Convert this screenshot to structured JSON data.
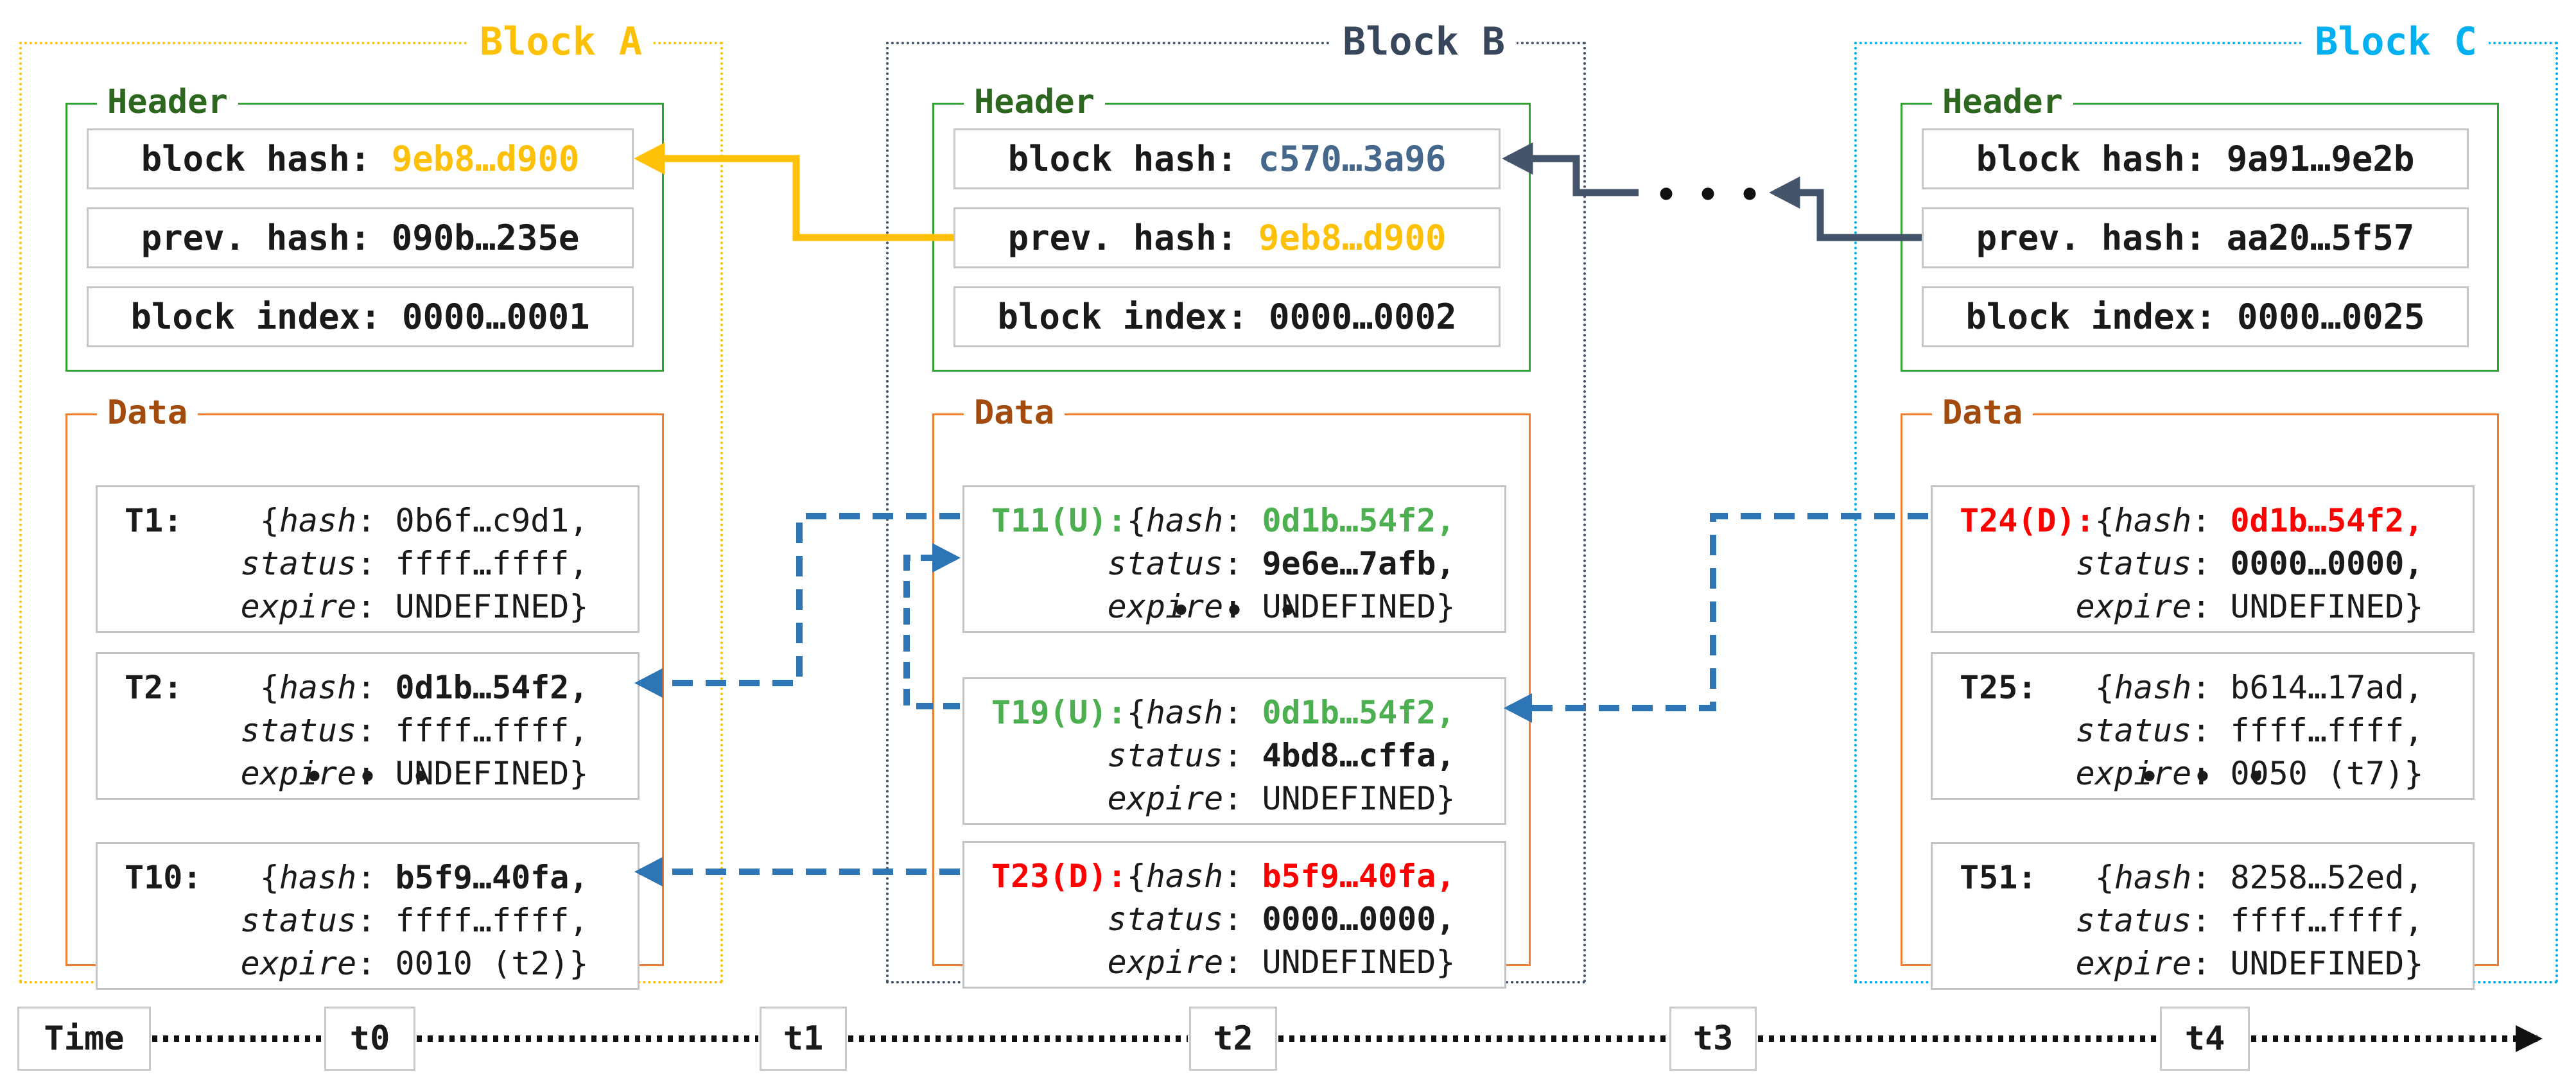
{
  "blocks": {
    "a": {
      "title": "Block A",
      "header_label": "Header",
      "rows": [
        {
          "label": "block hash: ",
          "value": "9eb8…d900"
        },
        {
          "label": "prev. hash: ",
          "value": "090b…235e"
        },
        {
          "label": "block index: ",
          "value": "0000…0001"
        }
      ],
      "data_label": "Data",
      "dots": "•  •  •",
      "tx": [
        {
          "label": "T1:",
          "hash": "0b6f…c9d1,",
          "status": "ffff…ffff,",
          "expire": "UNDEFINED}"
        },
        {
          "label": "T2:",
          "hash": "0d1b…54f2,",
          "status": "ffff…ffff,",
          "expire": "UNDEFINED}"
        },
        {
          "label": "T10:",
          "hash": "b5f9…40fa,",
          "status": "ffff…ffff,",
          "expire": "0010 (t2)}"
        }
      ]
    },
    "b": {
      "title": "Block B",
      "header_label": "Header",
      "rows": [
        {
          "label": "block hash: ",
          "value": "c570…3a96"
        },
        {
          "label": "prev. hash: ",
          "value": "9eb8…d900"
        },
        {
          "label": "block index: ",
          "value": "0000…0002"
        }
      ],
      "data_label": "Data",
      "dots": "•  •  •",
      "tx": [
        {
          "label": "T11(U):",
          "hash": "0d1b…54f2,",
          "status": "9e6e…7afb,",
          "expire": "UNDEFINED}"
        },
        {
          "label": "T19(U):",
          "hash": "0d1b…54f2,",
          "status": "4bd8…cffa,",
          "expire": "UNDEFINED}"
        },
        {
          "label": "T23(D):",
          "hash": "b5f9…40fa,",
          "status": "0000…0000,",
          "expire": "UNDEFINED}"
        }
      ]
    },
    "c": {
      "title": "Block C",
      "header_label": "Header",
      "rows": [
        {
          "label": "block hash: ",
          "value": "9a91…9e2b"
        },
        {
          "label": "prev. hash: ",
          "value": "aa20…5f57"
        },
        {
          "label": "block index: ",
          "value": "0000…0025"
        }
      ],
      "data_label": "Data",
      "dots": "•  •  •",
      "tx": [
        {
          "label": "T24(D):",
          "hash": "0d1b…54f2,",
          "status": "0000…0000,",
          "expire": "UNDEFINED}"
        },
        {
          "label": "T25:",
          "hash": "b614…17ad,",
          "status": "ffff…ffff,",
          "expire": "0050 (t7)}"
        },
        {
          "label": "T51:",
          "hash": "8258…52ed,",
          "status": "ffff…ffff,",
          "expire": "UNDEFINED}"
        }
      ]
    }
  },
  "keys": {
    "brace": "{",
    "hash": "hash",
    "status": "status",
    "expire": "expire",
    "sep": ": "
  },
  "chain_dots": "• • •",
  "timeline": {
    "origin": "Time",
    "ticks": [
      "t0",
      "t1",
      "t2",
      "t3",
      "t4"
    ]
  },
  "colors": {
    "block_a_accent": "#FFC107",
    "block_b_accent": "#44546A",
    "block_c_accent": "#00B0F0",
    "header_border": "#2EA12E",
    "header_label": "#2C661F",
    "data_border": "#ED7D31",
    "data_label": "#A34B0D",
    "updated_green": "#4CAF50",
    "deleted_red": "#FF0000",
    "reference_blue": "#2E75B6",
    "block_hash_b_value": "#45678C"
  }
}
